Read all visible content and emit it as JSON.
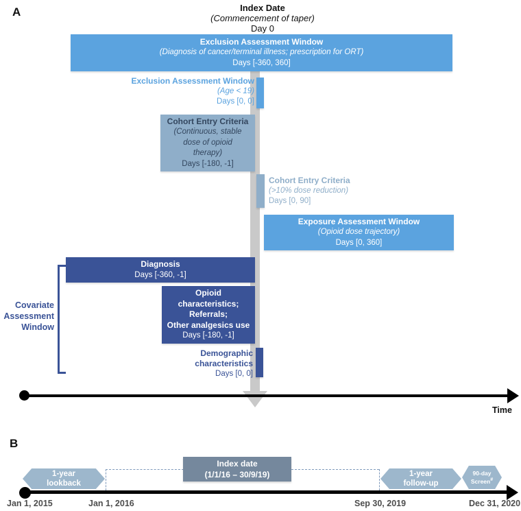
{
  "colors": {
    "light_blue": "#5BA3DF",
    "gray_blue": "#8FAEC9",
    "navy": "#3A5397",
    "cohort_bar_text": "#33465E",
    "panel_b_shape": "#9DB7CC",
    "panel_b_index_box": "#75889D",
    "gray_arrow": "#C9C9C9",
    "dashed_line": "#7E99BB",
    "timeline": "#000000",
    "date_text": "#4D4D4D"
  },
  "panel_a": {
    "label": "A",
    "index_header": {
      "title": "Index Date",
      "subtitle": "(Commencement of taper)",
      "day": "Day 0"
    },
    "exclusion_full": {
      "title": "Exclusion Assessment Window",
      "subtitle": "(Diagnosis of cancer/terminal illness; prescription for ORT)",
      "days": "Days [-360, 360]"
    },
    "exclusion_age": {
      "title": "Exclusion Assessment Window",
      "subtitle": "(Age < 19)",
      "days": "Days [0, 0]"
    },
    "cohort_stable": {
      "title": "Cohort Entry Criteria",
      "subtitle": "(Continuous, stable\ndose of opioid\ntherapy)",
      "days": "Days [-180, -1]"
    },
    "cohort_reduction": {
      "title": "Cohort Entry Criteria",
      "subtitle": "(>10% dose reduction)",
      "days": "Days [0, 90]"
    },
    "exposure": {
      "title": "Exposure Assessment Window",
      "subtitle": "(Opioid dose trajectory)",
      "days": "Days [0, 360]"
    },
    "diagnosis": {
      "title": "Diagnosis",
      "days": "Days [-360, -1]"
    },
    "opioid": {
      "title": "Opioid\ncharacteristics;\nReferrals;\nOther analgesics use",
      "days": "Days [-180, -1]"
    },
    "demographic": {
      "title": "Demographic\ncharacteristics",
      "days": "Days [0, 0]"
    },
    "covariate_label": "Covariate\nAssessment\nWindow",
    "time_label": "Time"
  },
  "panel_b": {
    "label": "B",
    "lookback_label": "1-year\nlookback",
    "index_box": {
      "title": "Index date",
      "range": "(1/1/16 – 30/9/19)"
    },
    "followup_label": "1-year\nfollow-up",
    "screen": {
      "line1": "90-day",
      "line2": "Screen",
      "sup": "#"
    },
    "dates": [
      "Jan 1, 2015",
      "Jan 1, 2016",
      "Sep 30, 2019",
      "Dec 31, 2020"
    ]
  }
}
